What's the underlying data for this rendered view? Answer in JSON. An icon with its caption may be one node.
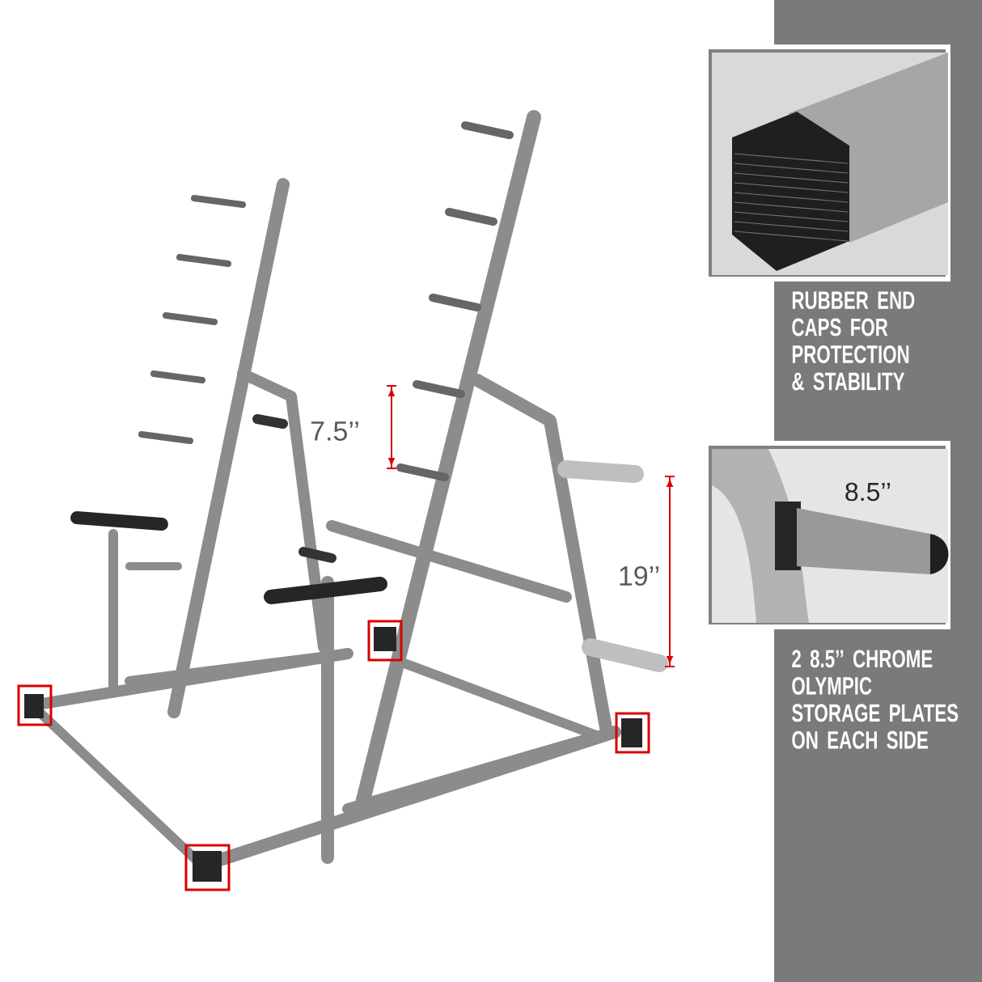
{
  "diagram": {
    "labels": [
      "RUBBER END CAPS FOR PROTECTION & STABILITY",
      "7.5’’",
      "8.5’’",
      "19’’",
      "2 8.5’’ CHROME OLYMPIC STORAGE PLATES ON EACH SIDE"
    ]
  }
}
